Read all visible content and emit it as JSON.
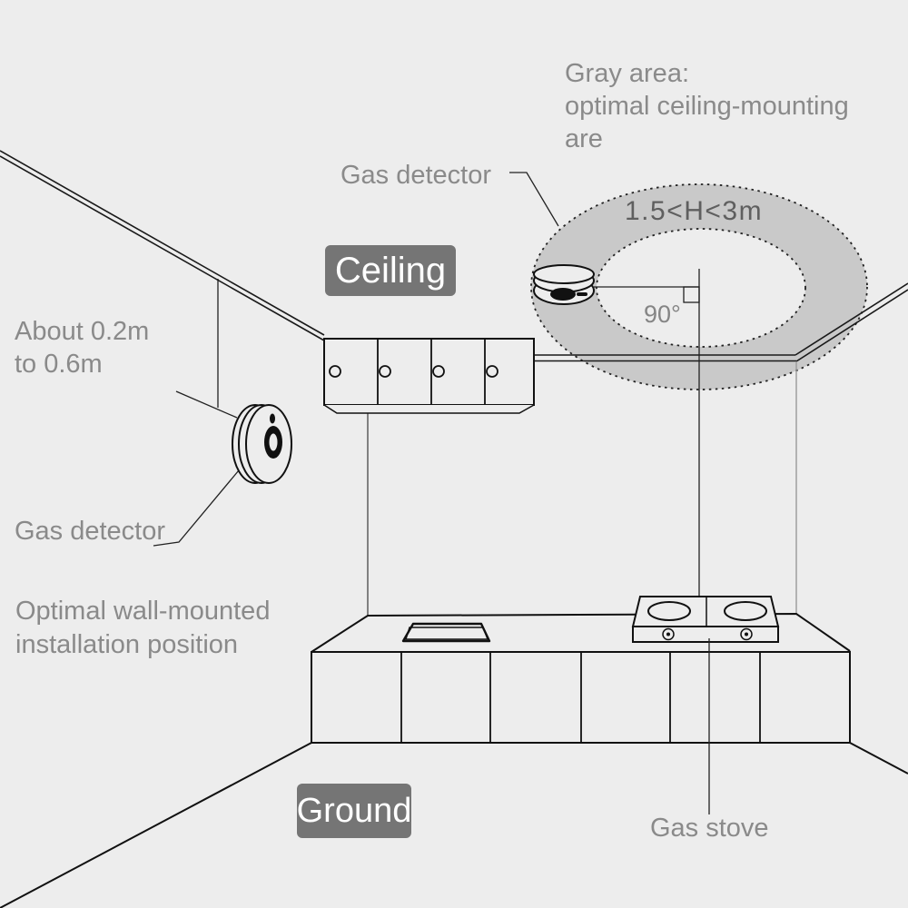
{
  "background": "#ededed",
  "colors": {
    "line": "#1a1a1a",
    "label_text": "#8a8a8a",
    "dimension_text": "#5f5f5f",
    "badge_background": "#757575",
    "badge_text": "#ffffff",
    "optimal_zone_fill": "#c9c9c9"
  },
  "labels": {
    "gray_area_note": {
      "line1": "Gray area:",
      "line2": "optimal ceiling-mounting",
      "line3": "are"
    },
    "ceiling_gas_detector": "Gas detector",
    "height_range": "1.5<H<3m",
    "mounting_angle": "90°",
    "ceiling_badge": "Ceiling",
    "wall_mount_distance": {
      "line1": "About 0.2m",
      "line2": "to 0.6m"
    },
    "wall_gas_detector": "Gas detector",
    "wall_position_note": {
      "line1": "Optimal wall-mounted",
      "line2": "installation position"
    },
    "ground_badge": "Ground",
    "gas_stove": "Gas stove"
  }
}
